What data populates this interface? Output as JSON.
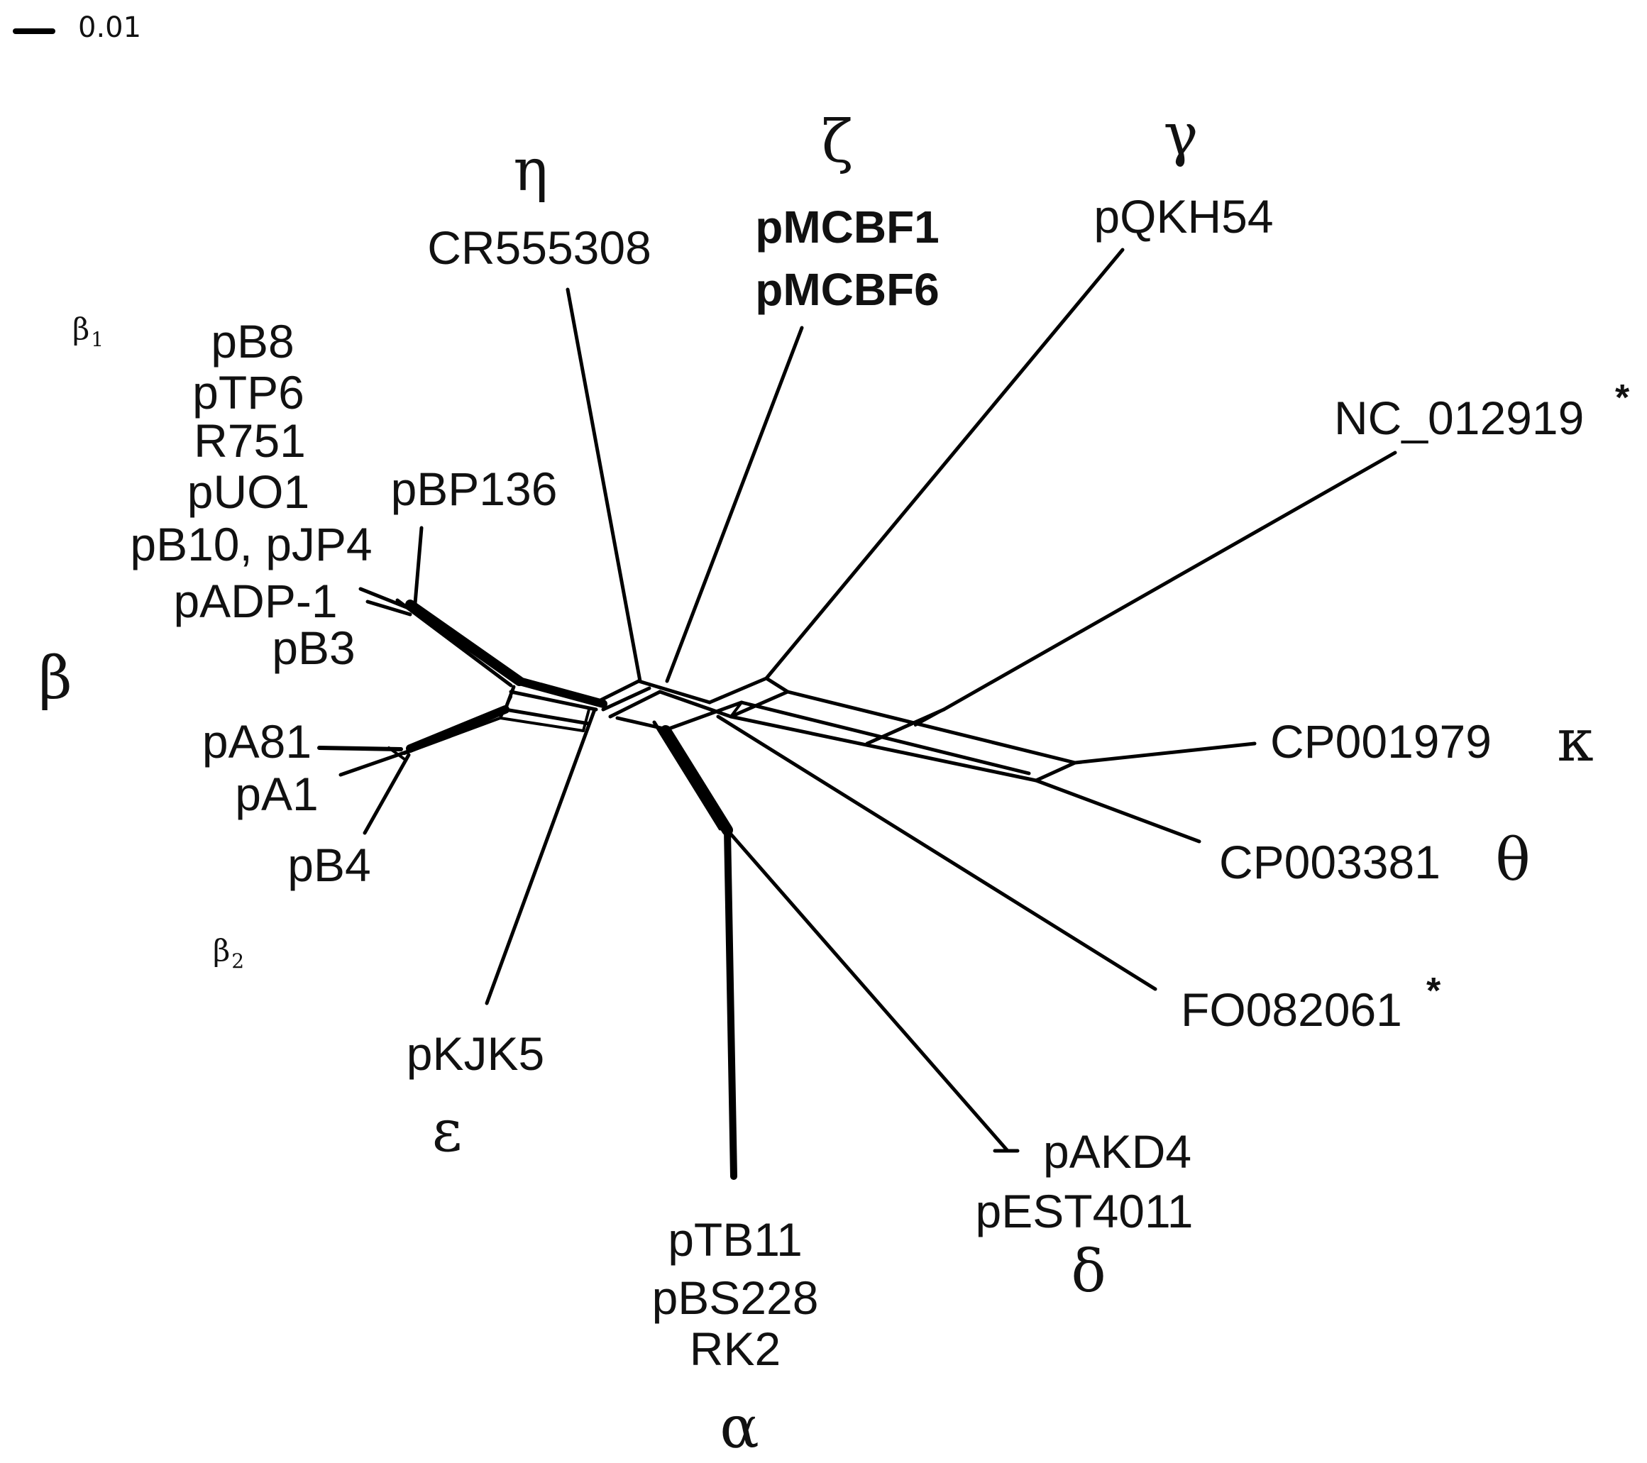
{
  "scale_bar": {
    "label": "0.01"
  },
  "groups": {
    "eta": "η",
    "zeta": "ζ",
    "gamma": "γ",
    "beta": "β",
    "beta1": "β",
    "beta1_sub": "1",
    "beta2": "β",
    "beta2_sub": "2",
    "epsilon": "ε",
    "alpha": "α",
    "delta": "δ",
    "kappa": "κ",
    "theta": "θ"
  },
  "taxa": {
    "cr555308": "CR555308",
    "pmcbf1": "pMCBF1",
    "pmcbf6": "pMCBF6",
    "pqkh54": "pQKH54",
    "nc012919": "NC_012919",
    "cp001979": "CP001979",
    "cp003381": "CP003381",
    "fo082061": "FO082061",
    "pakd4": "pAKD4",
    "pest4011": "pEST4011",
    "ptb11": "pTB11",
    "pbs228": "pBS228",
    "rk2": "RK2",
    "pkjk5": "pKJK5",
    "pb4": "pB4",
    "pa1": "pA1",
    "pa81": "pA81",
    "pb3": "pB3",
    "padp1": "pADP-1",
    "pb10_pjp4": "pB10, pJP4",
    "puo1": "pUO1",
    "r751": "R751",
    "ptp6": "pTP6",
    "pb8": "pB8",
    "pbp136": "pBP136"
  },
  "marks": {
    "asterisk": "*"
  }
}
